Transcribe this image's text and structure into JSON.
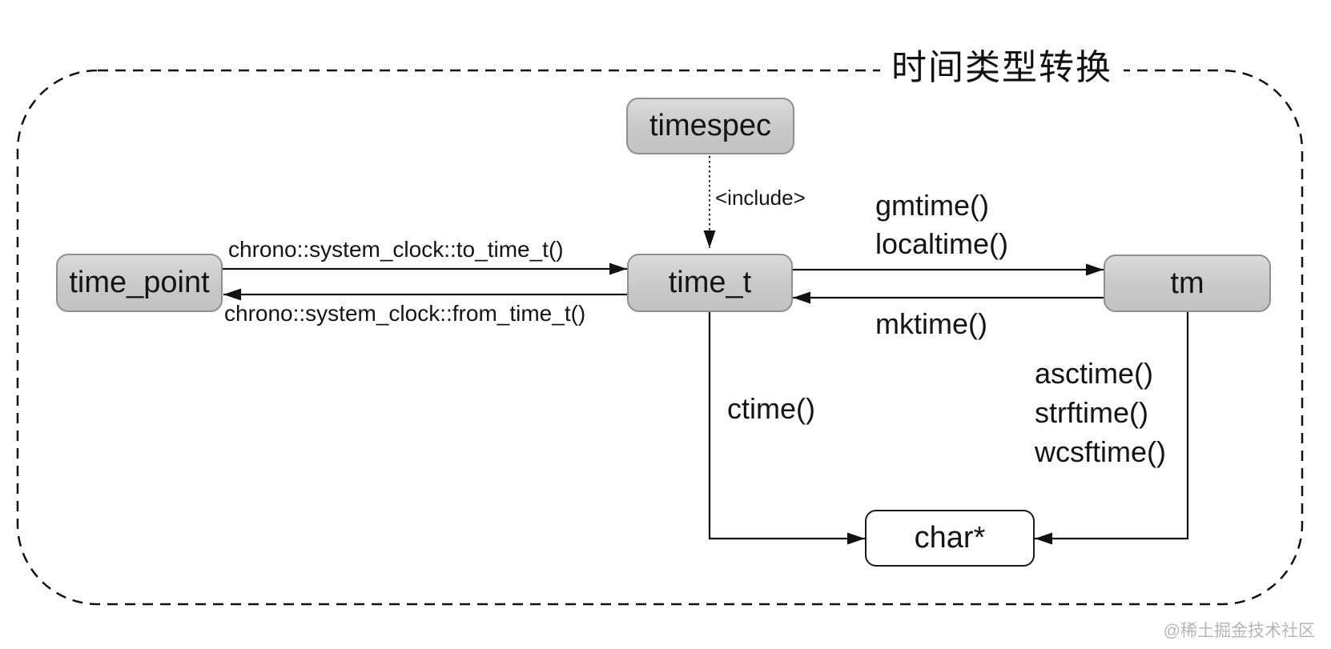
{
  "title": "时间类型转换",
  "watermark": "@稀土掘金技术社区",
  "nodes": {
    "timespec": {
      "label": "timespec"
    },
    "time_point": {
      "label": "time_point"
    },
    "time_t": {
      "label": "time_t"
    },
    "tm": {
      "label": "tm"
    },
    "char_ptr": {
      "label": "char*"
    }
  },
  "edges": [
    {
      "id": "include",
      "from": "timespec",
      "to": "time_t",
      "style": "dotted",
      "labels": [
        "<include>"
      ]
    },
    {
      "id": "to_time_t",
      "from": "time_point",
      "to": "time_t",
      "style": "solid",
      "labels": [
        "chrono::system_clock::to_time_t()"
      ]
    },
    {
      "id": "from_time_t",
      "from": "time_t",
      "to": "time_point",
      "style": "solid",
      "labels": [
        "chrono::system_clock::from_time_t()"
      ]
    },
    {
      "id": "gmtime_localtime",
      "from": "time_t",
      "to": "tm",
      "style": "solid",
      "labels": [
        "gmtime()",
        "localtime()"
      ]
    },
    {
      "id": "mktime",
      "from": "tm",
      "to": "time_t",
      "style": "solid",
      "labels": [
        "mktime()"
      ]
    },
    {
      "id": "ctime",
      "from": "time_t",
      "to": "char_ptr",
      "style": "solid",
      "labels": [
        "ctime()"
      ]
    },
    {
      "id": "tm_to_char",
      "from": "tm",
      "to": "char_ptr",
      "style": "solid",
      "labels": [
        "asctime()",
        "strftime()",
        "wcsftime()"
      ]
    }
  ],
  "colors": {
    "background": "#ffffff",
    "node_fill_top": "#dadada",
    "node_fill_bottom": "#c2c2c2",
    "node_border": "#8f8f8f",
    "char_node_border": "#1a1a1a",
    "line": "#111111",
    "text": "#141414",
    "watermark": "#b5b5b5"
  }
}
